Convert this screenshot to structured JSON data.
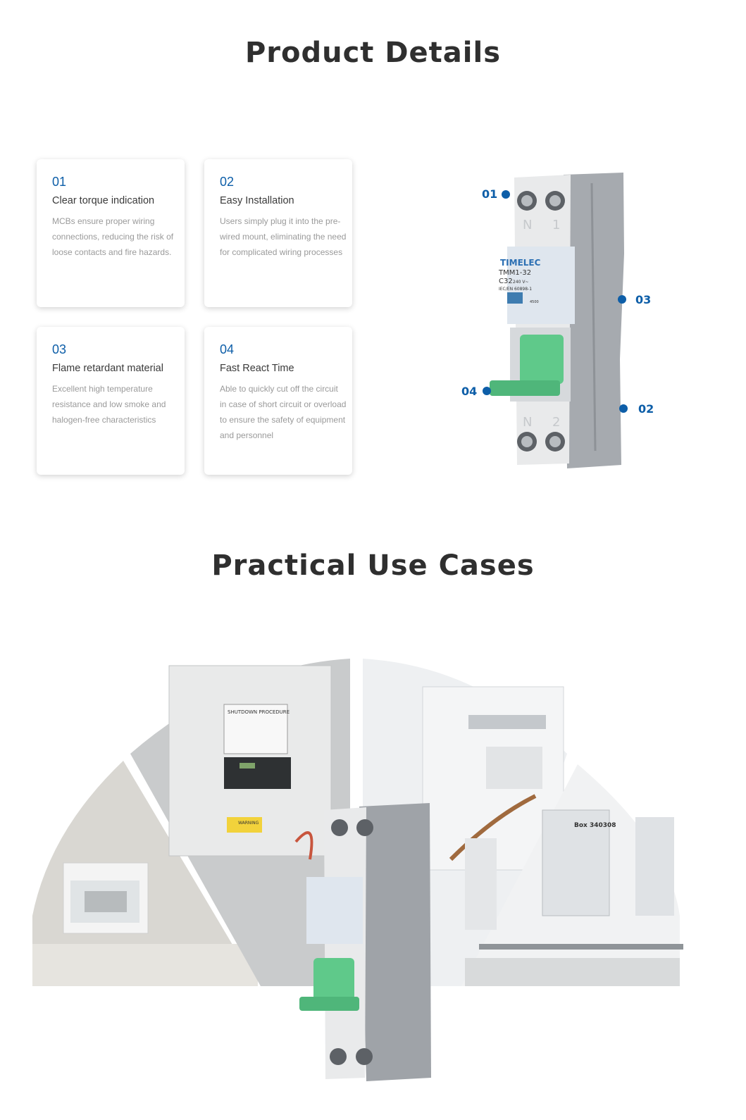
{
  "product_details": {
    "title": "Product Details",
    "features": [
      {
        "num": "01",
        "title": "Clear torque indication",
        "desc": "MCBs ensure proper wiring connections, reducing the risk of loose contacts and fire hazards."
      },
      {
        "num": "02",
        "title": "Easy Installation",
        "desc": "Users simply plug it into the pre-wired mount, eliminating the need for complicated wiring processes"
      },
      {
        "num": "03",
        "title": "Flame retardant material",
        "desc": "Excellent high temperature resistance and low smoke and halogen-free characteristics"
      },
      {
        "num": "04",
        "title": "Fast React Time",
        "desc": "Able to quickly cut off the circuit in case of short circuit or overload to ensure the safety of equipment and personnel"
      }
    ],
    "callouts": {
      "c01": "01",
      "c02": "02",
      "c03": "03",
      "c04": "04"
    },
    "device": {
      "brand": "TIMELEC",
      "model": "TMM1-32",
      "rating": "C32",
      "voltage": "240 V~",
      "standard": "IEC/EN 60898-1",
      "capacity": "4500",
      "terminal_top_n": "N",
      "terminal_top_1": "1",
      "terminal_bot_n": "N",
      "terminal_bot_2": "2"
    }
  },
  "use_cases": {
    "title": "Practical Use Cases",
    "panel_text": {
      "shutdown": "SHUTDOWN PROCEDURE",
      "warning": "WARNING",
      "box": "Box 340308"
    }
  },
  "colors": {
    "accent": "#0d5ea8",
    "toggle": "#5fc98a",
    "body": "#9a9ea3"
  }
}
